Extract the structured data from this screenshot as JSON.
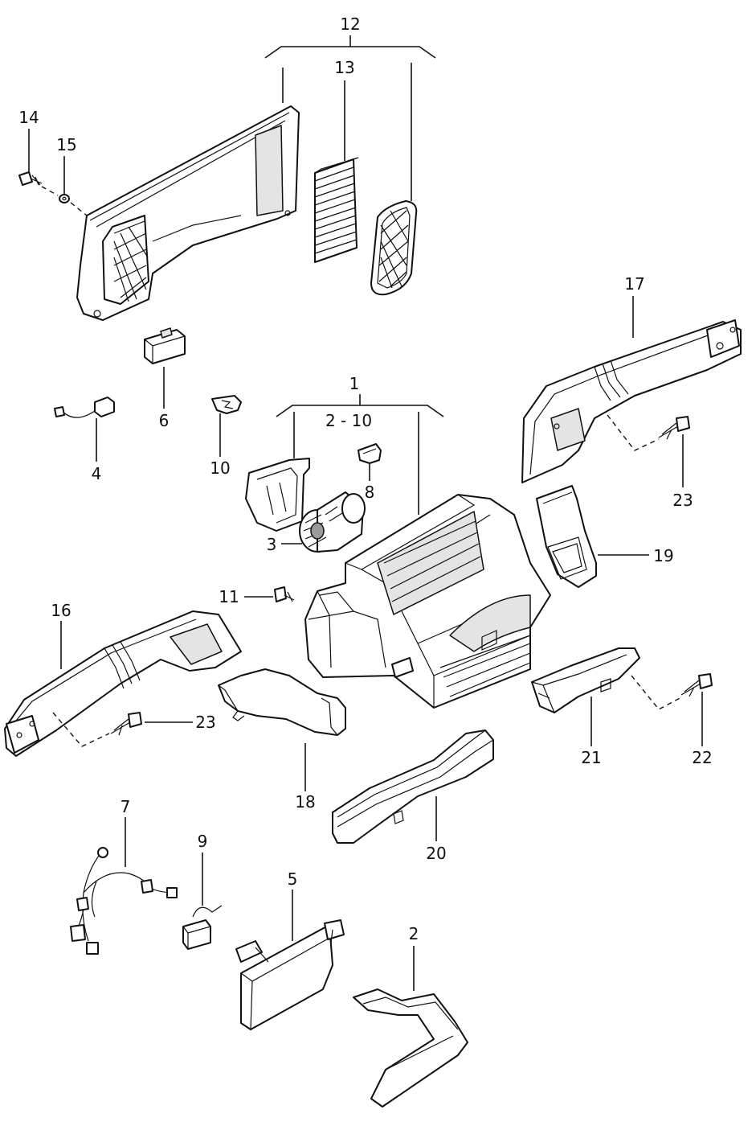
{
  "callouts": [
    {
      "id": "c1",
      "text": "1"
    },
    {
      "id": "c2",
      "text": "2"
    },
    {
      "id": "c2-10",
      "text": "2 - 10"
    },
    {
      "id": "c3",
      "text": "3"
    },
    {
      "id": "c4",
      "text": "4"
    },
    {
      "id": "c5",
      "text": "5"
    },
    {
      "id": "c6",
      "text": "6"
    },
    {
      "id": "c7",
      "text": "7"
    },
    {
      "id": "c8",
      "text": "8"
    },
    {
      "id": "c9",
      "text": "9"
    },
    {
      "id": "c10",
      "text": "10"
    },
    {
      "id": "c11",
      "text": "11"
    },
    {
      "id": "c12",
      "text": "12"
    },
    {
      "id": "c13",
      "text": "13"
    },
    {
      "id": "c14",
      "text": "14"
    },
    {
      "id": "c15",
      "text": "15"
    },
    {
      "id": "c16",
      "text": "16"
    },
    {
      "id": "c17",
      "text": "17"
    },
    {
      "id": "c18",
      "text": "18"
    },
    {
      "id": "c19",
      "text": "19"
    },
    {
      "id": "c20",
      "text": "20"
    },
    {
      "id": "c21",
      "text": "21"
    },
    {
      "id": "c22",
      "text": "22"
    },
    {
      "id": "c23a",
      "text": "23"
    },
    {
      "id": "c23b",
      "text": "23"
    }
  ]
}
